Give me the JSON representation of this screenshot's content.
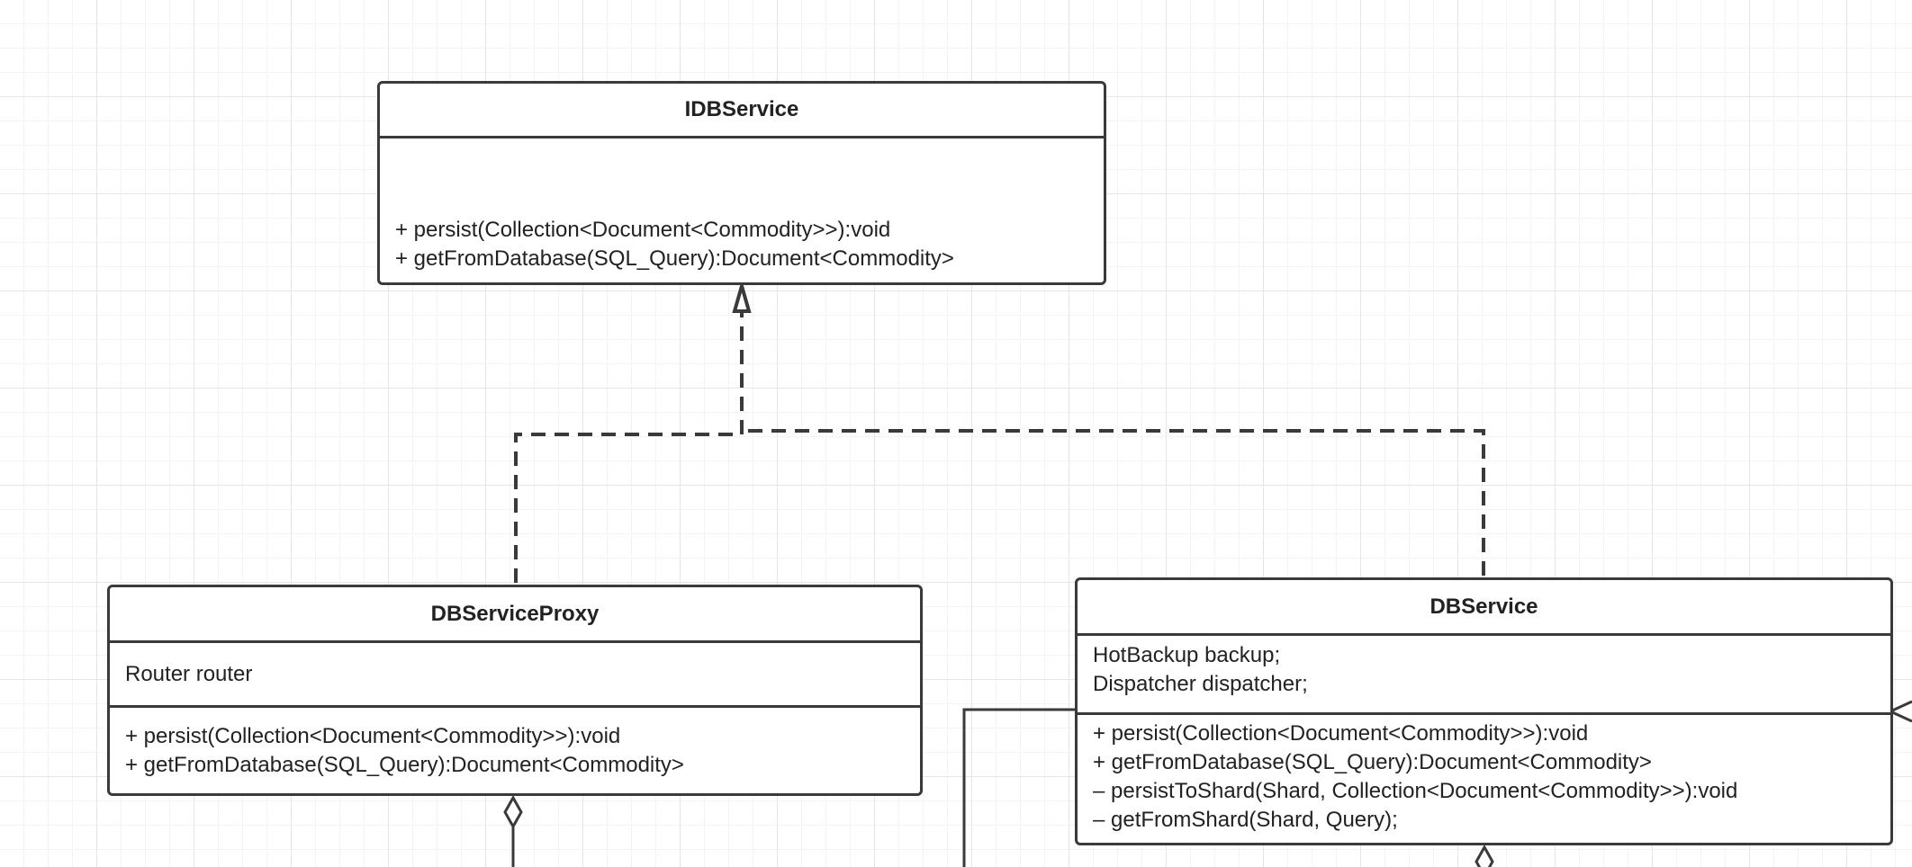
{
  "diagram": {
    "classes": [
      {
        "name": "IDBService",
        "attributes": [],
        "methods": [
          "+ persist(Collection<Document<Commodity>>):void",
          "+ getFromDatabase(SQL_Query):Document<Commodity>"
        ]
      },
      {
        "name": "DBServiceProxy",
        "attributes": [
          "Router router"
        ],
        "methods": [
          "+ persist(Collection<Document<Commodity>>):void",
          "+ getFromDatabase(SQL_Query):Document<Commodity>"
        ]
      },
      {
        "name": "DBService",
        "attributes": [
          "HotBackup backup;",
          "Dispatcher dispatcher;"
        ],
        "methods": [
          "+ persist(Collection<Document<Commodity>>):void",
          "+ getFromDatabase(SQL_Query):Document<Commodity>",
          "– persistToShard(Shard, Collection<Document<Commodity>>):void",
          "– getFromShard(Shard, Query);"
        ]
      }
    ],
    "relationships": [
      {
        "type": "realization",
        "from": "DBServiceProxy",
        "to": "IDBService"
      },
      {
        "type": "realization",
        "from": "DBService",
        "to": "IDBService"
      },
      {
        "type": "aggregation",
        "from": "DBServiceProxy",
        "to": "offscreen"
      },
      {
        "type": "aggregation",
        "from": "DBService",
        "to": "offscreen"
      }
    ]
  },
  "colors": {
    "line": "#3a3a3a",
    "grid": "#e6e6e6",
    "box_fill": "#ffffff"
  }
}
